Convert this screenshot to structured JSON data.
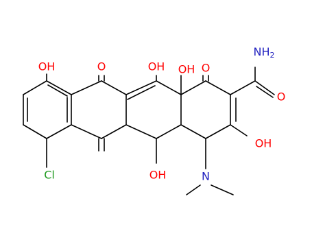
{
  "colors": {
    "bond": "#000000",
    "oxygen": "#ff0000",
    "nitrogen": "#1f1fbf",
    "chlorine": "#1e9a1e",
    "background": "#ffffff"
  },
  "atoms": {
    "oh_top_left": "OH",
    "o_ketone_left": "O",
    "oh_top_center": "OH",
    "oh_center": "OH",
    "o_ketone_right": "O",
    "amide_nh": "NH",
    "amide_sub": "2",
    "o_amide": "O",
    "oh_right": "OH",
    "oh_bottom": "OH",
    "n_dimethyl": "N",
    "cl": "Cl"
  }
}
